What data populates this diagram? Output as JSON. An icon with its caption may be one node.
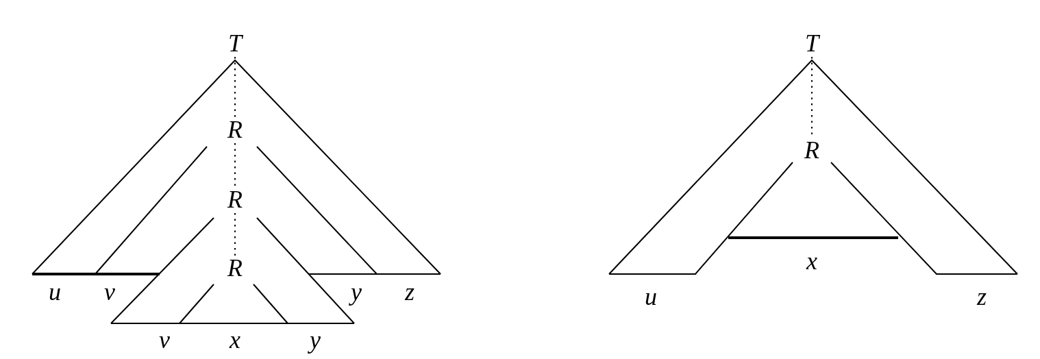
{
  "diagram": {
    "nodes": [
      {
        "text": [
          "T"
        ]
      },
      {
        "text": [
          "R"
        ]
      },
      {
        "text": [
          "R"
        ]
      },
      {
        "text": [
          "R"
        ]
      },
      {
        "text": [
          "T"
        ]
      },
      {
        "text": [
          "R"
        ]
      }
    ],
    "edges": [
      {
        "from": 0,
        "to": 1,
        "arrow": "none",
        "style": "dashed"
      },
      {
        "from": 1,
        "to": 2,
        "arrow": "none",
        "style": "dashed"
      },
      {
        "from": 2,
        "to": 3,
        "arrow": "none",
        "style": "dashed"
      },
      {
        "from": 4,
        "to": 5,
        "arrow": "none",
        "style": "dashed"
      }
    ],
    "labels": [
      "u",
      "v",
      "y",
      "z",
      "v",
      "x",
      "y",
      "x",
      "u",
      "z"
    ]
  }
}
